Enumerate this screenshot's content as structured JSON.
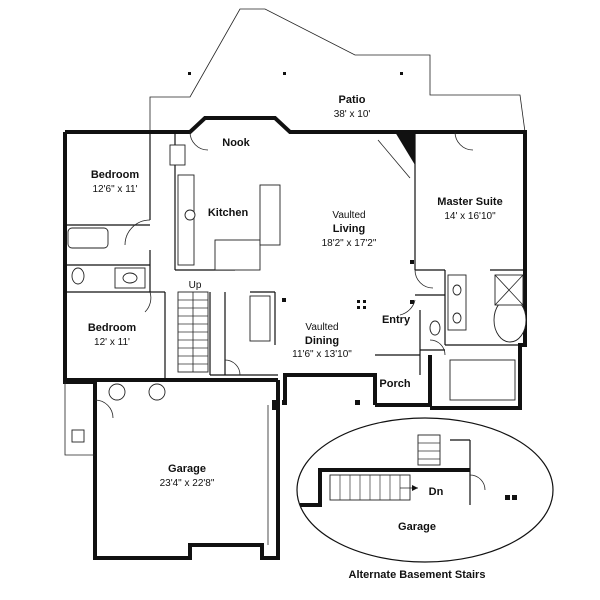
{
  "rooms": {
    "patio": {
      "name": "Patio",
      "dims": "38' x 10'"
    },
    "nook": {
      "name": "Nook"
    },
    "bedroom_upper": {
      "name": "Bedroom",
      "dims": "12'6\" x 11'"
    },
    "kitchen": {
      "name": "Kitchen"
    },
    "living": {
      "line1": "Vaulted",
      "line2": "Living",
      "dims": "18'2\" x 17'2\""
    },
    "master_suite": {
      "name": "Master Suite",
      "dims": "14' x 16'10\""
    },
    "up": {
      "name": "Up"
    },
    "bedroom_lower": {
      "name": "Bedroom",
      "dims": "12' x 11'"
    },
    "dining": {
      "line1": "Vaulted",
      "line2": "Dining",
      "dims": "11'6\" x 13'10\""
    },
    "entry": {
      "name": "Entry"
    },
    "porch": {
      "name": "Porch"
    },
    "garage": {
      "name": "Garage",
      "dims": "23'4\" x 22'8\""
    }
  },
  "inset": {
    "dn": "Dn",
    "garage": "Garage",
    "caption": "Alternate Basement Stairs"
  }
}
